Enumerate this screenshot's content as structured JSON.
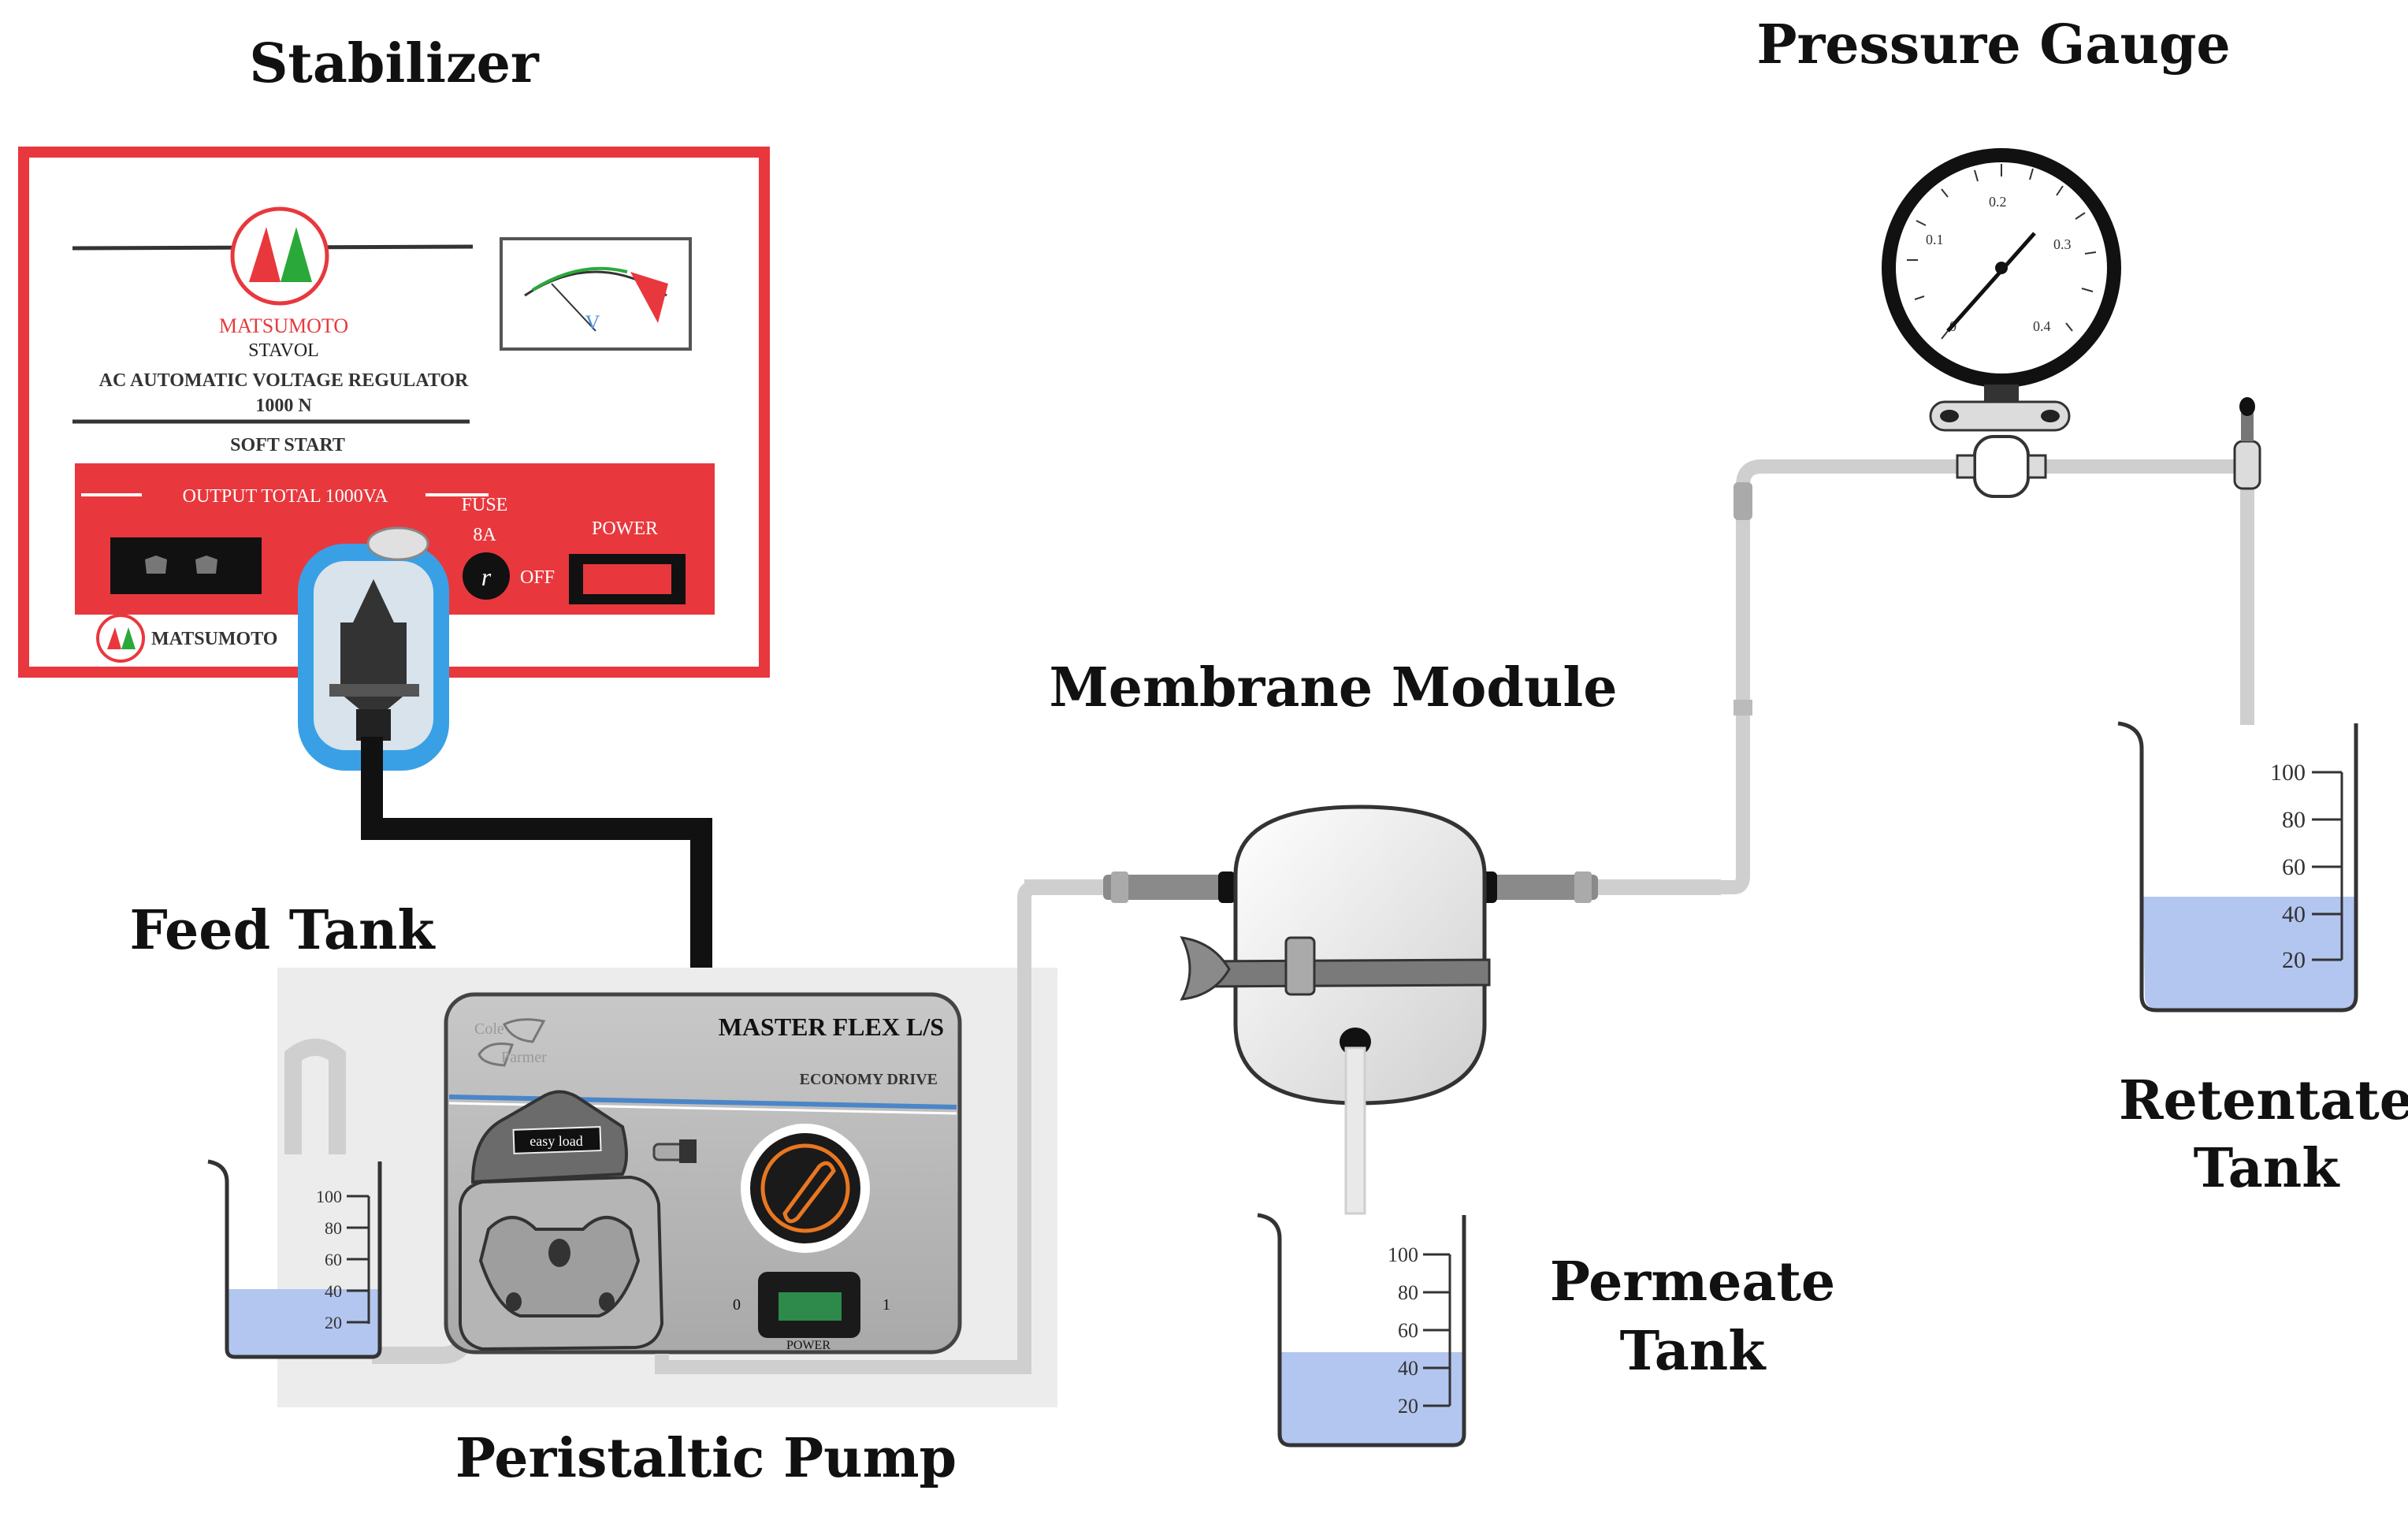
{
  "labels": {
    "stabilizer": "Stabilizer",
    "pressure_gauge": "Pressure Gauge",
    "membrane_module": "Membrane Module",
    "feed_tank": "Feed Tank",
    "peristaltic_pump": "Peristaltic Pump",
    "permeate_tank_line1": "Permeate",
    "permeate_tank_line2": "Tank",
    "retentate_tank_line1": "Retentate",
    "retentate_tank_line2": "Tank"
  },
  "stabilizer": {
    "brand": "MATSUMOTO",
    "model": "STAVOL",
    "description": "AC AUTOMATIC VOLTAGE REGULATOR",
    "rating": "1000 N",
    "soft_start": "SOFT START",
    "output": "OUTPUT TOTAL 1000VA",
    "fuse": "FUSE",
    "fuse_rating": "8A",
    "off": "OFF",
    "power": "POWER",
    "meter_unit": "V",
    "bottom_brand": "MATSUMOTO"
  },
  "pump": {
    "title": "MASTER FLEX L/S",
    "subtitle": "ECONOMY DRIVE",
    "logo_line1": "Cole",
    "logo_line2": "Parmer",
    "head_label": "easy load",
    "switch_off": "0",
    "switch_on": "1",
    "switch_label": "POWER"
  },
  "gauge": {
    "ticks": [
      "0",
      "0.1",
      "0.2",
      "0.3",
      "0.4"
    ]
  },
  "beaker_scale": [
    "100",
    "80",
    "60",
    "40",
    "20"
  ],
  "colors": {
    "stabilizer_red": "#e8383d",
    "liquid_blue": "#b3c6f0",
    "pump_gray": "#b9b9b9",
    "tube_gray": "#cfcfcf",
    "cable_black": "#111111"
  }
}
